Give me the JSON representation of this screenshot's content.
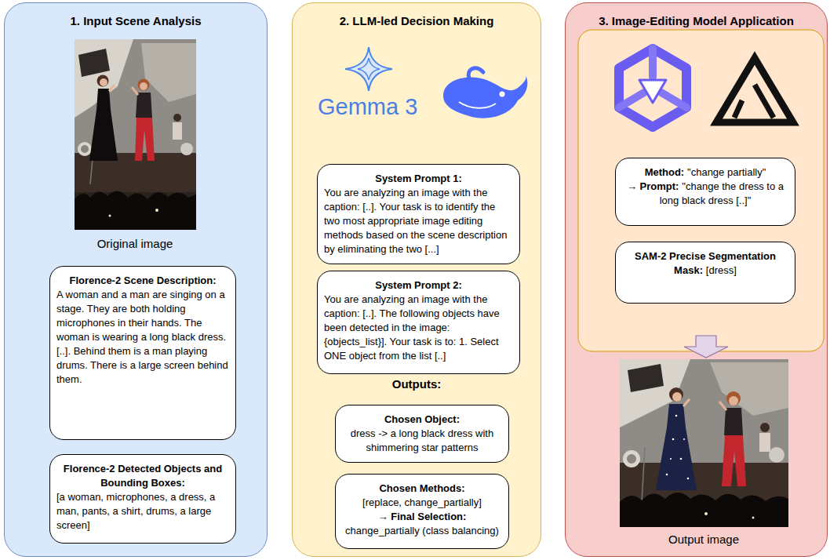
{
  "diagram": {
    "nodes": [
      {
        "text": [
          "1. Input Scene Analysis"
        ]
      },
      {
        "text": [
          "Florence-2 Scene Description:",
          "A woman and a man are singing on a stage. They are both holding microphones in their hands. The woman is wearing a long black dress. [..]. Behind them is a man playing drums. There is a large screen behind them."
        ],
        "in": 0
      },
      {
        "text": [
          "Florence-2 Detected Objects and Bounding Boxes:",
          "[a woman, microphones, a dress, a man, pants, a shirt, drums, a large screen]"
        ],
        "in": 0
      },
      {
        "text": [
          "2. LLM-led Decision Making"
        ]
      },
      {
        "text": [
          "System Prompt 1:",
          "You are analyzing an image with the caption: [..]. Your task is to identify the two most appropriate image editing methods based on the scene description by eliminating the two [...]"
        ],
        "in": 3
      },
      {
        "text": [
          "System Prompt 2:",
          "You are analyzing an image with the caption: [..]. The following objects have been detected in the image: {objects_list}]. Your task is to: 1. Select ONE object from the list [..]"
        ],
        "in": 3
      },
      {
        "text": [
          "Chosen Object:",
          "dress -> a long black dress with shimmering star patterns"
        ],
        "in": 3
      },
      {
        "text": [
          "Chosen Methods:",
          "[replace, change_partially]",
          "→ Final Selection:",
          "change_partially (class balancing)"
        ],
        "in": 3
      },
      {
        "text": [
          "3. Image-Editing Model Application"
        ]
      },
      {
        "text": [
          "Method:",
          "\"change partially\"",
          "→ Prompt:",
          "\"change the dress to a long black dress [..]\""
        ],
        "in": 8
      },
      {
        "text": [
          "SAM-2 Precise Segmentation Mask:",
          "[dress]"
        ],
        "in": 8
      }
    ],
    "labels": [
      "Original image",
      "Gemma 3",
      "Outputs:",
      "Output image"
    ]
  }
}
